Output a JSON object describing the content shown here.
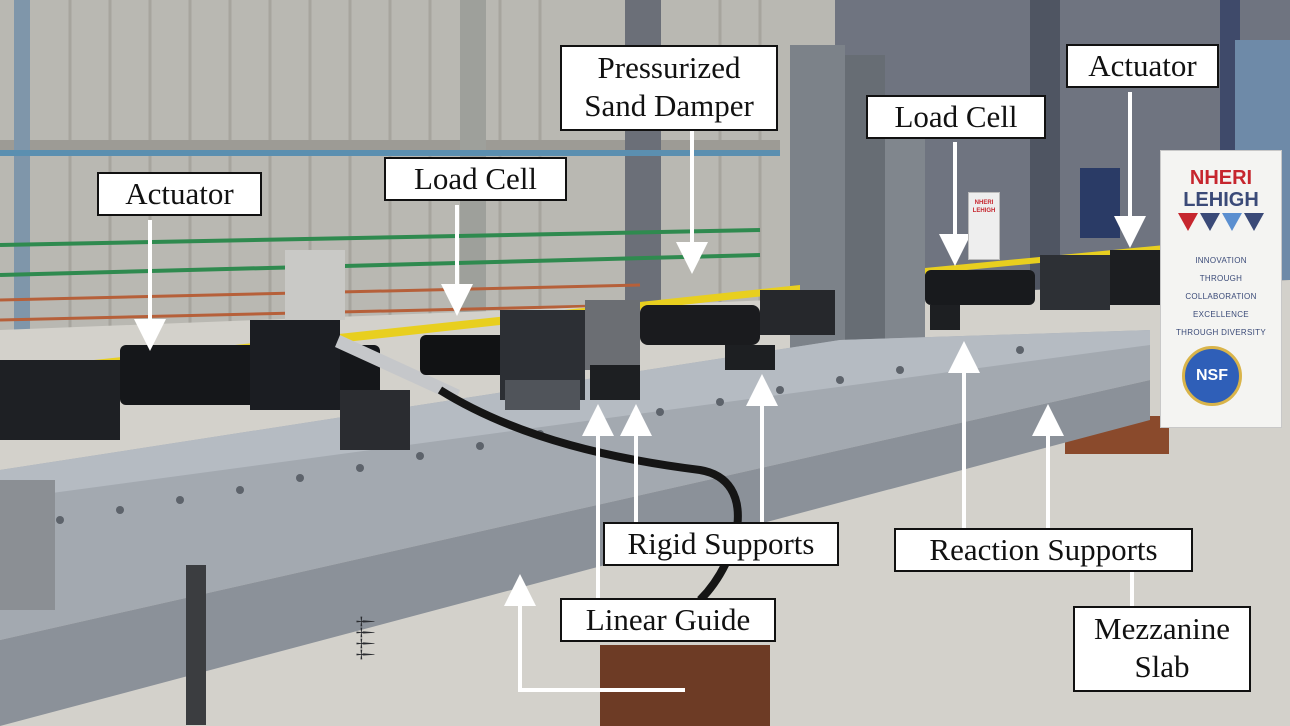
{
  "labels": {
    "actuator_left": "Actuator",
    "load_cell_left": "Load Cell",
    "sand_damper_line1": "Pressurized",
    "sand_damper_line2": "Sand Damper",
    "load_cell_right": "Load Cell",
    "actuator_right": "Actuator",
    "rigid_supports": "Rigid Supports",
    "reaction_supports": "Reaction Supports",
    "linear_guide": "Linear Guide",
    "mezzanine_line1": "Mezzanine",
    "mezzanine_line2": "Slab"
  },
  "banner": {
    "line1": "NHERI",
    "line2": "LEHIGH",
    "tag1": "INNOVATION",
    "tag2": "THROUGH",
    "tag3": "COLLABORATION",
    "tag4": "EXCELLENCE",
    "tag5": "THROUGH DIVERSITY",
    "nsf": "NSF"
  },
  "small_sign": {
    "line1": "NHERI",
    "line2": "LEHIGH"
  },
  "colors": {
    "label_bg": "#ffffff",
    "label_border": "#111111",
    "arrow": "#ffffff",
    "beam": "#9aa0a8",
    "yellow_bar": "#e8cf1f"
  }
}
